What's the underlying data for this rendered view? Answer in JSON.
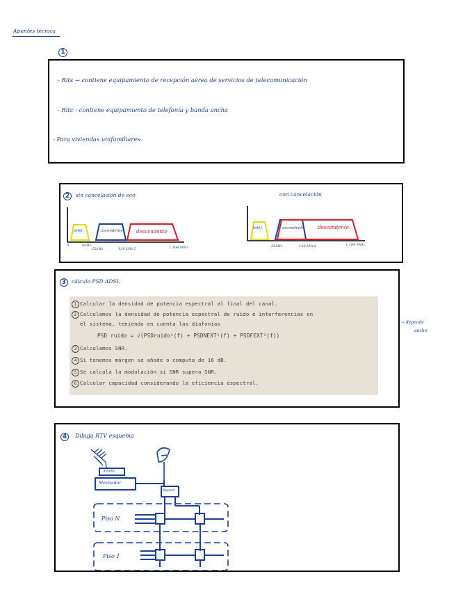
{
  "header": {
    "title": "Apuntes técnica"
  },
  "section1": {
    "number": "1",
    "lines": [
      "- Rits → contiene equipamiento de recepción aérea de servicios de telecomunicación",
      "- Ritc - contiene equipamiento de telefonía y banda ancha",
      "- Para viviendas unifamiliares"
    ]
  },
  "section2": {
    "number": "2",
    "left_title": "sin cancelación de eco",
    "right_title": "con cancelación",
    "blocks": [
      "telef.",
      "ascendente",
      "descendente"
    ],
    "axis_labels": [
      "0",
      "4kHz",
      "25kHz",
      "138 kHz",
      "2",
      "1.104 MHz"
    ],
    "colors": {
      "telef": "#e8d90c",
      "up": "#1b3f9f",
      "down": "#e01b24"
    }
  },
  "section3": {
    "number": "3",
    "title": "cálculo PSD ADSL",
    "side_note": [
      "→ depende",
      "ancho"
    ],
    "photo_lines": [
      {
        "n": "1",
        "text": "Calcular la densidad de potencia espectral al final del canal."
      },
      {
        "n": "2",
        "text": "Calculamos la densidad de potencia espectral de ruido e interferencias en"
      },
      {
        "n": "",
        "text": "el sistema, teniendo en cuenta las diafonías"
      },
      {
        "n": "",
        "text": "PSD ruido = √(PSDruido²(f) + PSDNEXT²(f) + PSDFEXT²(f))"
      },
      {
        "n": "3",
        "text": "Calculamos SNR."
      },
      {
        "n": "4",
        "text": "Si tenemos márgen se añade o computa de 16 dB."
      },
      {
        "n": "5",
        "text": "Se calcula la modulación si SNR supera SNR."
      },
      {
        "n": "6",
        "text": "Calcular capacidad considerando la eficiencia espectral."
      }
    ]
  },
  "section4": {
    "number": "4",
    "title": "Dibuja RTV esquema",
    "labels": {
      "amplifier": "Amplif.",
      "mezclador": "Mezclador",
      "repartidor": "Repart.",
      "piso_n": "Piso N",
      "piso_1": "Piso 1"
    }
  }
}
